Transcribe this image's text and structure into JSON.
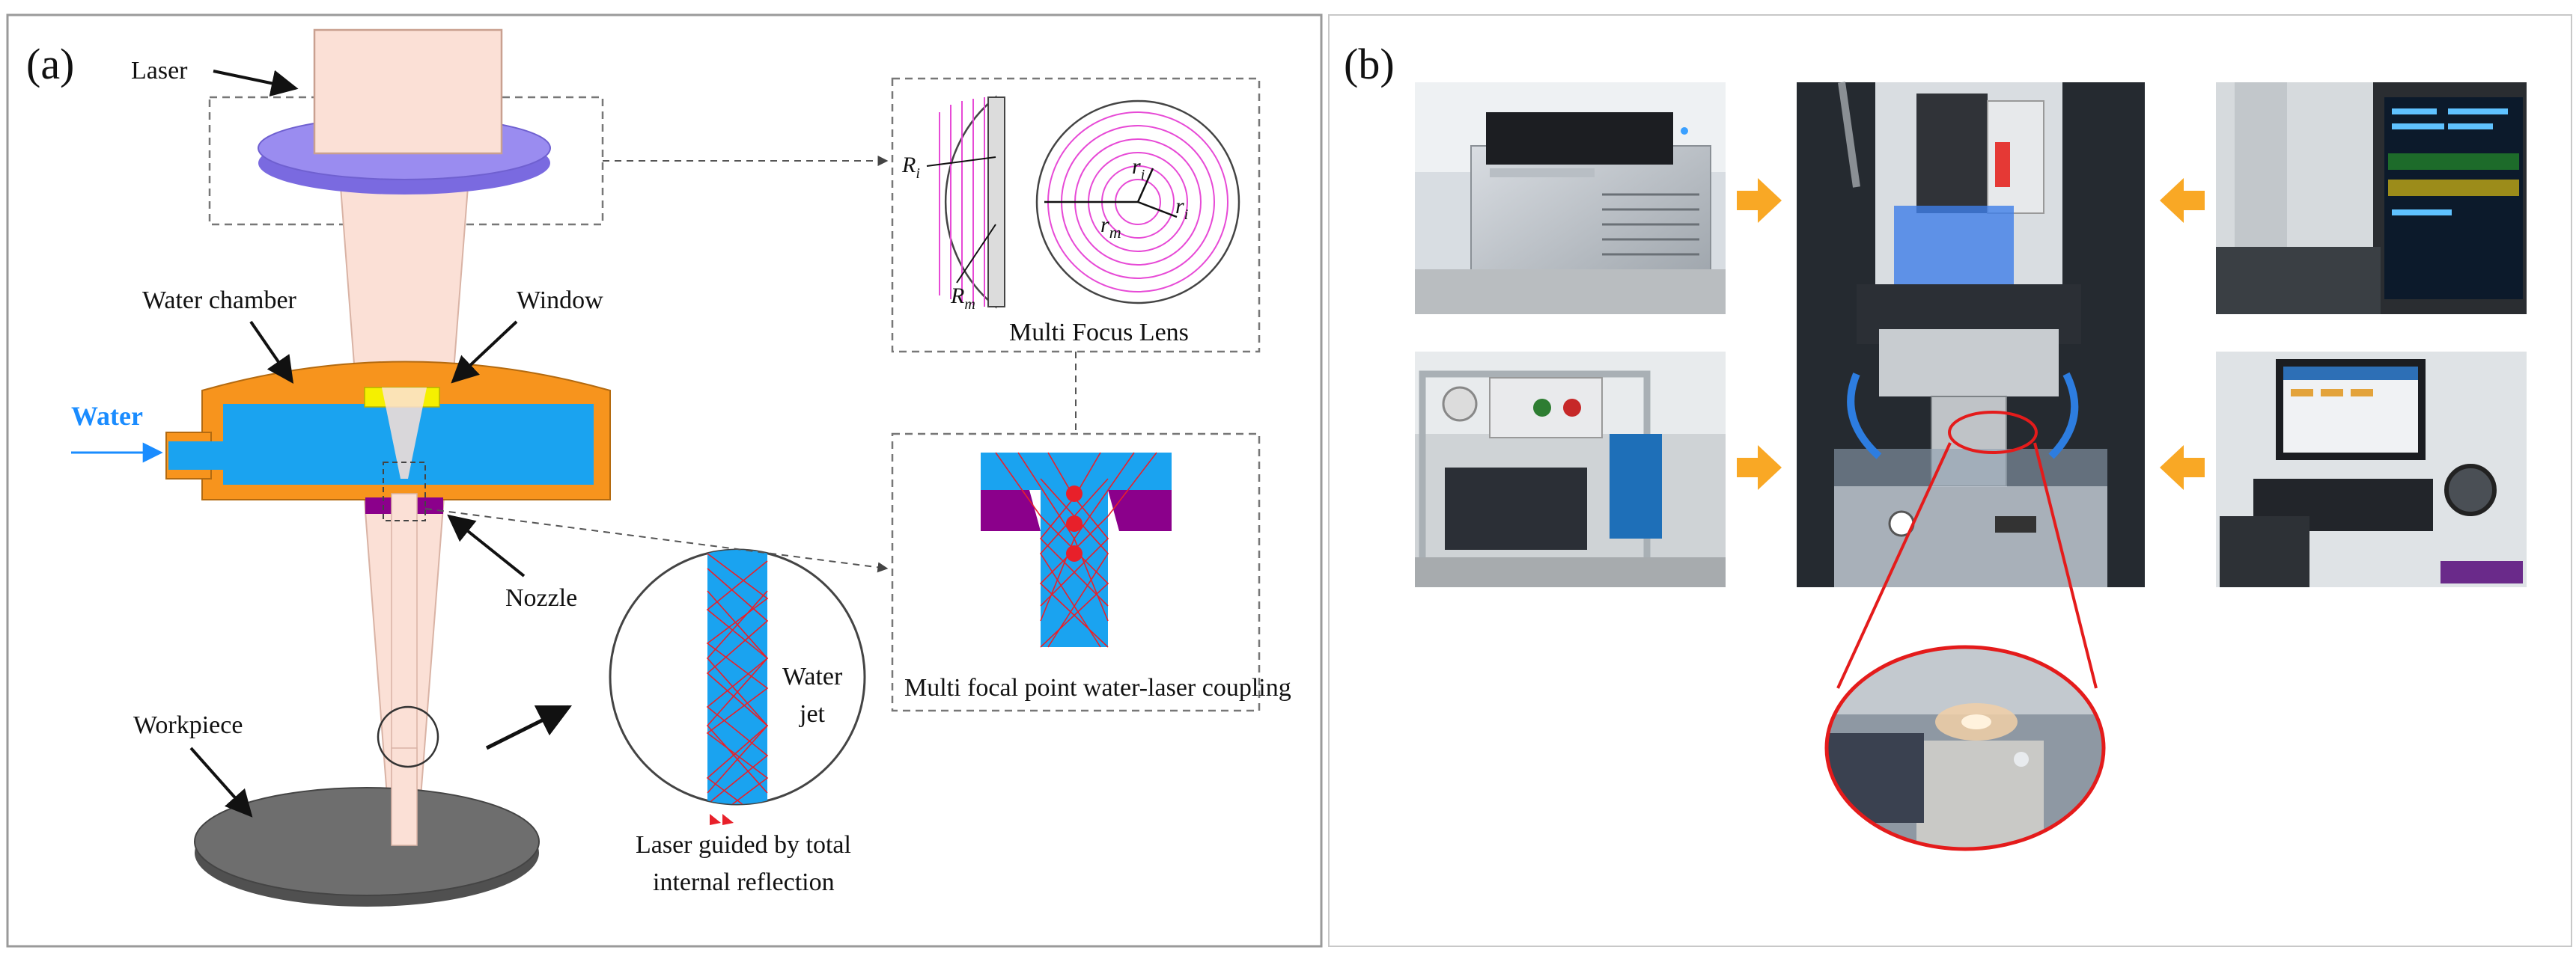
{
  "panel_a": {
    "label": "(a)",
    "laser": "Laser",
    "water_chamber": "Water chamber",
    "window": "Window",
    "water": "Water",
    "nozzle": "Nozzle",
    "workpiece": "Workpiece",
    "water_jet_line1": "Water",
    "water_jet_line2": "jet",
    "tir_line1": "Laser guided by total",
    "tir_line2": "internal reflection",
    "multi_focus_lens": "Multi Focus Lens",
    "coupling": "Multi focal point water-laser coupling",
    "sym_R": "R",
    "sym_R_sub": "i",
    "sym_Rm": "R",
    "sym_Rm_sub": "m",
    "sym_r_i_top": "r",
    "sym_r_i_top_sub": "i",
    "sym_rm": "r",
    "sym_rm_sub": "m",
    "sym_r_i_right": "r",
    "sym_r_i_right_sub": "i"
  },
  "panel_b": {
    "label": "(b)"
  },
  "colors": {
    "laser_beam": "#fbe0d6",
    "lens": "#9a8cf0",
    "chamber": "#f7941d",
    "water": "#1aa3f0",
    "nozzle": "#8b008b",
    "window": "#f5f000",
    "ray": "#e8202a",
    "workpiece": "#6e6e6e",
    "arrow_orange": "#f9a825",
    "zoom_red": "#e41b1b"
  }
}
